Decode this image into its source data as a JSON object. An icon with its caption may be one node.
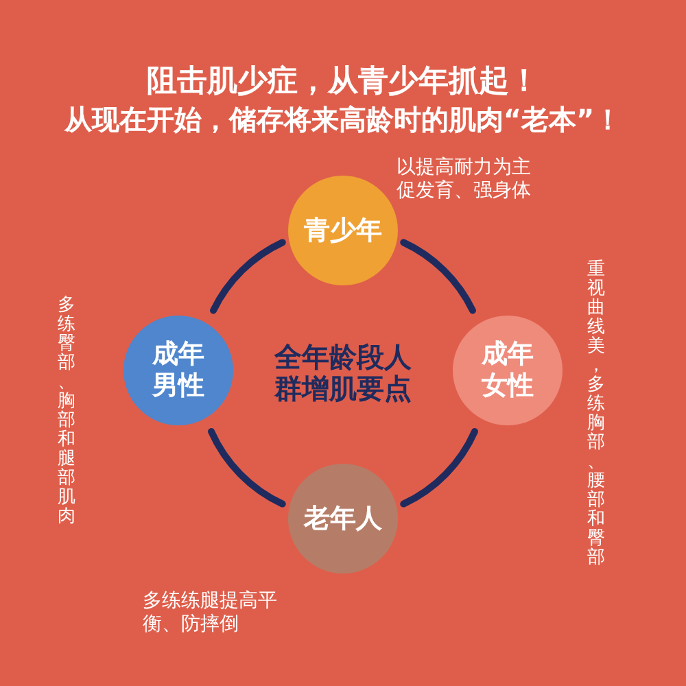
{
  "diagram": {
    "title": "阻击肌少症，从青少年抓起！",
    "nodes": [
      {
        "text": [
          "青少年"
        ],
        "beside": [
          "以提高耐力为主促发育、强身体"
        ]
      },
      {
        "text": [
          "成年男性"
        ],
        "beside": [
          "多练臀部、胸部和腿部肌肉"
        ]
      },
      {
        "text": [
          "全年龄段人群增肌要点"
        ]
      },
      {
        "text": [
          "成年女性"
        ],
        "beside": [
          "重视曲线美，多练胸部、腰部和臀部"
        ]
      },
      {
        "text": [
          "老年人"
        ],
        "beside": [
          "多练练腿提高平衡、防摔倒"
        ]
      }
    ],
    "edges": [
      {
        "from": 0,
        "to": 1,
        "arrow": "none"
      },
      {
        "from": 0,
        "to": 3,
        "arrow": "none"
      },
      {
        "from": 1,
        "to": 4,
        "arrow": "none"
      },
      {
        "from": 3,
        "to": 4,
        "arrow": "none"
      }
    ],
    "labels": [
      "从现在开始，储存将来高龄时的肌肉“老本”！"
    ]
  }
}
